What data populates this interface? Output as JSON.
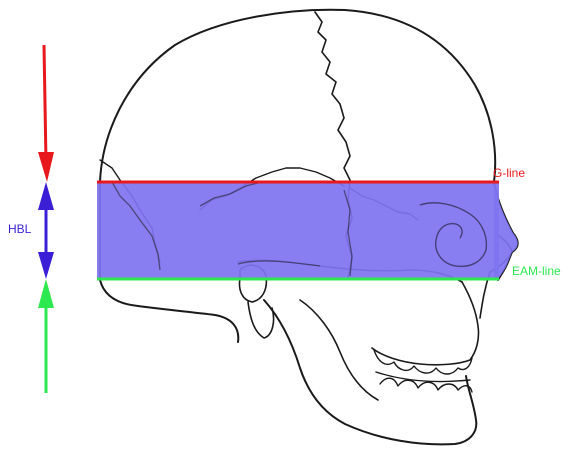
{
  "labels": {
    "g_line": "G-line",
    "eam_line": "EAM-line",
    "hbl": "HBL"
  },
  "colors": {
    "g_line": "#e8191c",
    "eam_line": "#2ee84f",
    "hbl_band": "#7f74f0",
    "hbl_arrow": "#3a1fd6",
    "skull_outline": "#1a1a1a"
  }
}
